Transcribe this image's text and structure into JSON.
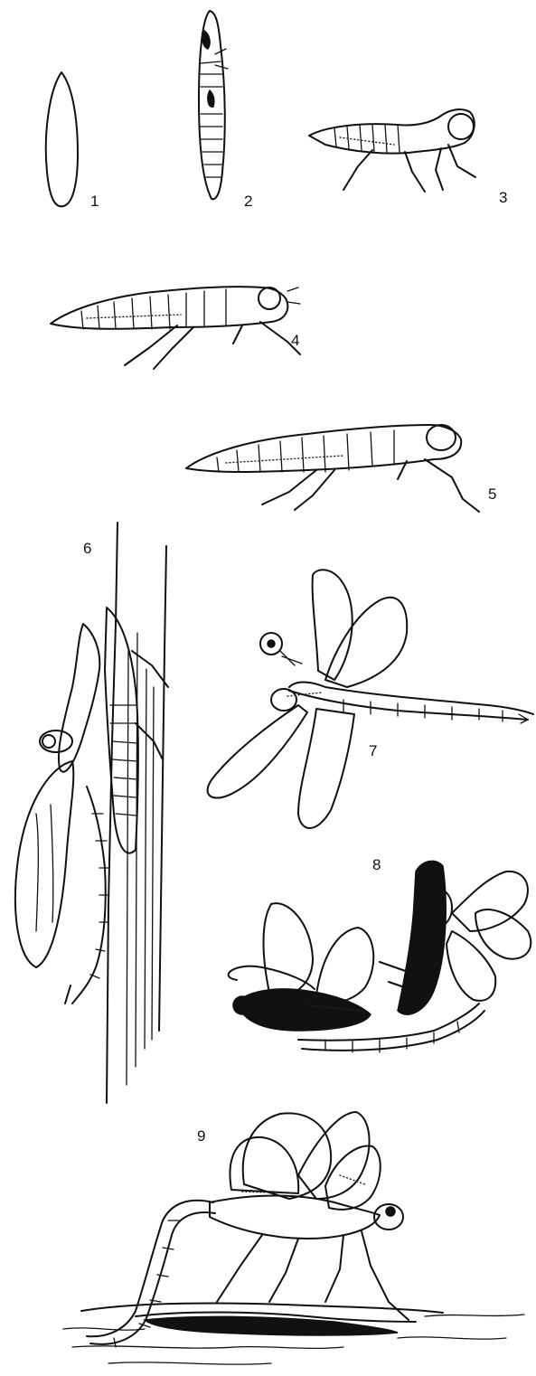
{
  "stages": [
    {
      "id": "egg",
      "label": "1"
    },
    {
      "id": "prolarva",
      "label": "2"
    },
    {
      "id": "early-nymph",
      "label": "3"
    },
    {
      "id": "mid-nymph",
      "label": "4"
    },
    {
      "id": "late-nymph",
      "label": "5"
    },
    {
      "id": "emergence",
      "label": "6"
    },
    {
      "id": "adult-flying",
      "label": "7"
    },
    {
      "id": "mating-wheel",
      "label": "8"
    },
    {
      "id": "oviposition",
      "label": "9"
    }
  ],
  "colors": {
    "ink": "#111111",
    "background": "#ffffff"
  }
}
